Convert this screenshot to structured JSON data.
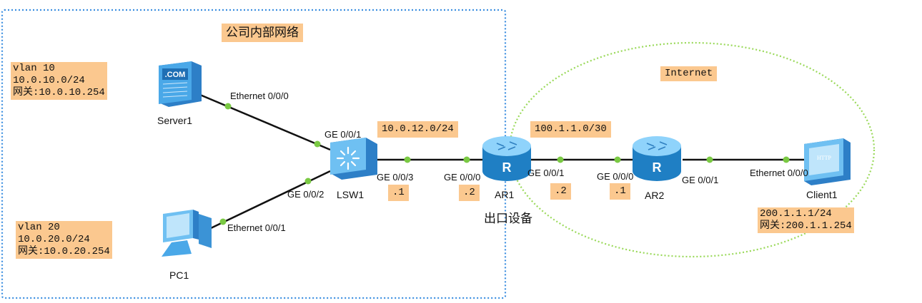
{
  "zones": {
    "internal_title": "公司内部网络",
    "internet_title": "Internet",
    "egress_label": "出口设备"
  },
  "devices": {
    "server1": "Server1",
    "lsw1": "LSW1",
    "ar1": "AR1",
    "ar2": "AR2",
    "pc1": "PC1",
    "client1": "Client1",
    "server_icon_text": ".COM",
    "client_icon_text": "HTTP",
    "router_icon_text": "R"
  },
  "ports": {
    "server1_eth": "Ethernet 0/0/0",
    "lsw1_ge001": "GE 0/0/1",
    "lsw1_ge002": "GE 0/0/2",
    "lsw1_ge003": "GE 0/0/3",
    "pc1_eth": "Ethernet 0/0/1",
    "ar1_ge000": "GE 0/0/0",
    "ar1_ge001": "GE 0/0/1",
    "ar2_ge000": "GE 0/0/0",
    "ar2_ge001": "GE 0/0/1",
    "client1_eth": "Ethernet 0/0/0"
  },
  "subnets": {
    "lan_link": "10.0.12.0/24",
    "wan_link": "100.1.1.0/30",
    "lsw1_host": ".1",
    "ar1_lan_host": ".2",
    "ar1_wan_host": ".2",
    "ar2_wan_host": ".1"
  },
  "info_boxes": {
    "vlan10": "vlan 10\n10.0.10.0/24\n网关:10.0.10.254",
    "vlan20": "vlan 20\n10.0.20.0/24\n网关:10.0.20.254",
    "client": "200.1.1.1/24\n网关:200.1.1.254"
  },
  "colors": {
    "internal_border": "#3d8fe0",
    "internet_border": "#9ad95a",
    "label_fill": "#fbc88f",
    "port_dot": "#7ac943",
    "router": "#2f9ee0",
    "switch": "#4aa8e8"
  }
}
